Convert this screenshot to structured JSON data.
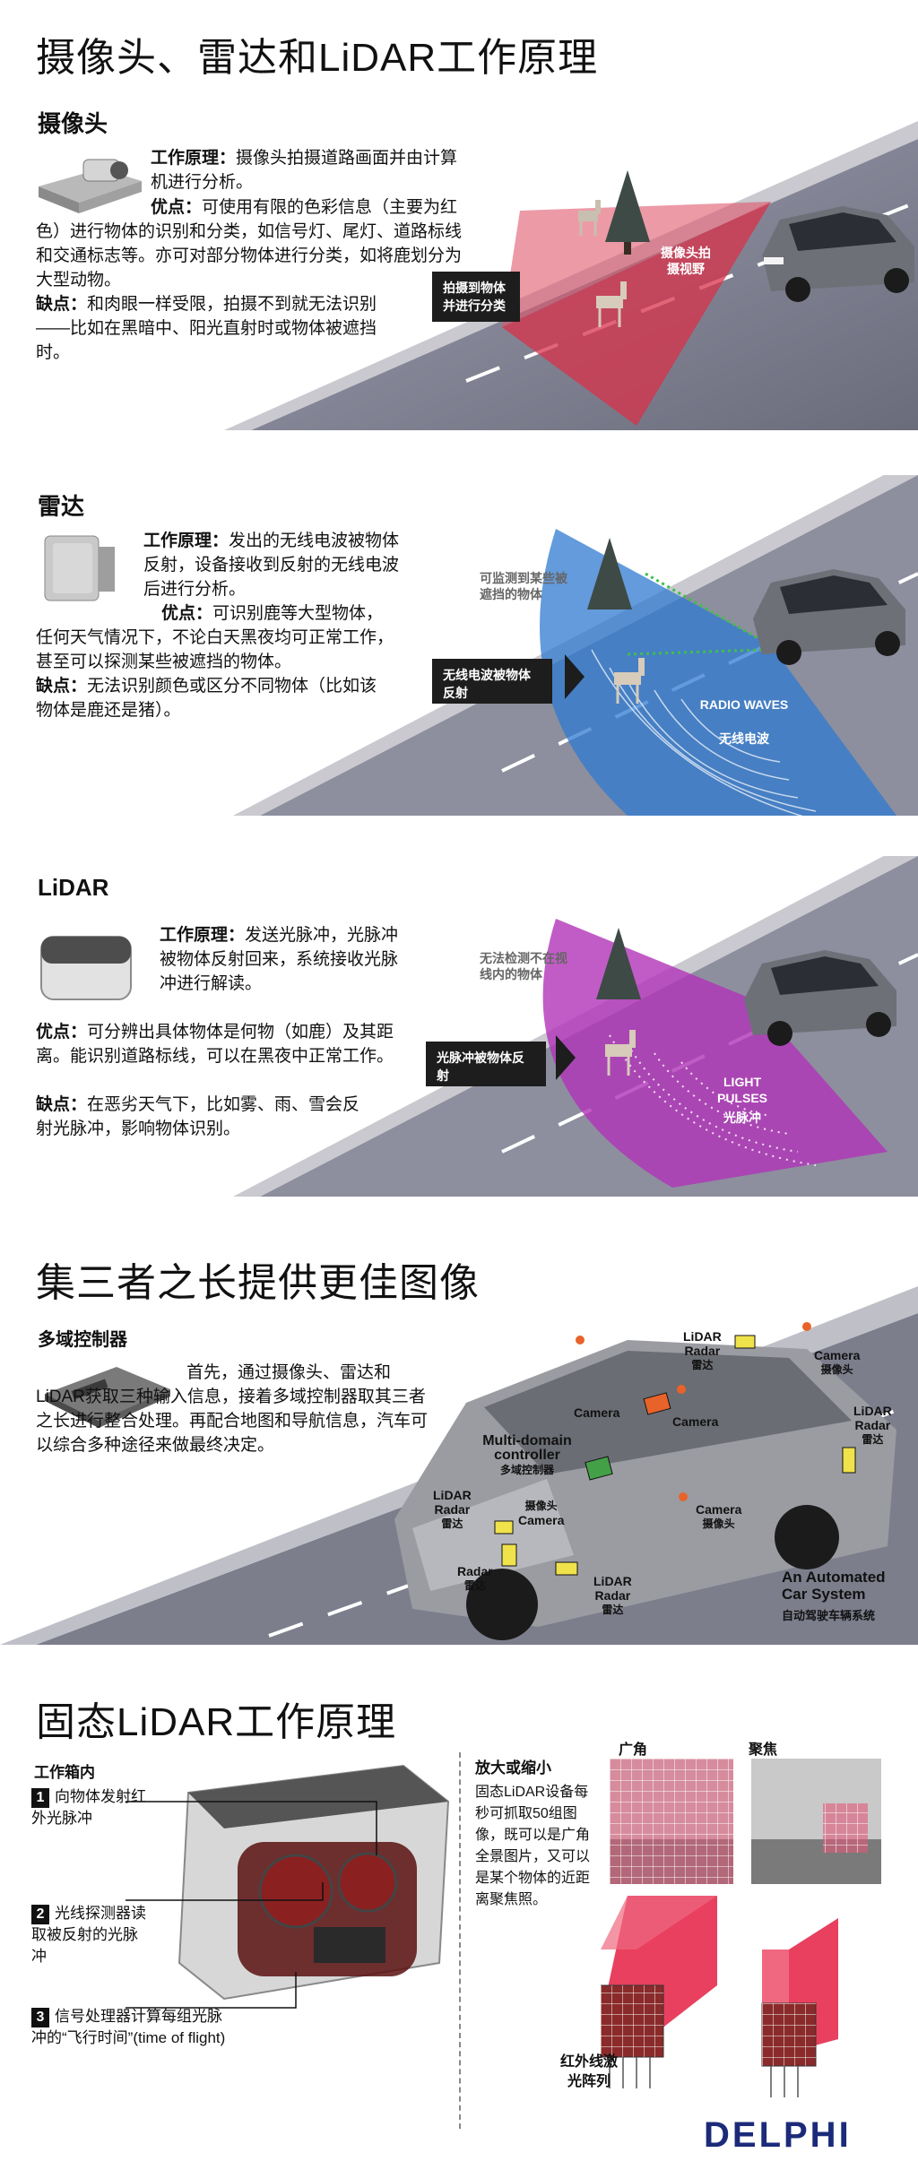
{
  "title": "摄像头、雷达和LiDAR工作原理",
  "camera": {
    "title": "摄像头",
    "principle_label": "工作原理：",
    "principle": "摄像头拍摄道路画面并由计算机进行分析。",
    "pros_label": "优点：",
    "pros": "可使用有限的色彩信息（主要为红色）进行物体的识别和分类，如信号灯、尾灯、道路标线和交通标志等。亦可对部分物体进行分类，如将鹿划分为大型动物。",
    "cons_label": "缺点：",
    "cons": "和肉眼一样受限，拍摄不到就无法识别——比如在黑暗中、阳光直射时或物体被遮挡时。",
    "tag": "拍摄到物体并进行分类",
    "fov_label": "摄像头拍摄视野"
  },
  "radar": {
    "title": "雷达",
    "principle_label": "工作原理：",
    "principle": "发出的无线电波被物体反射，设备接收到反射的无线电波后进行分析。",
    "pros_label": "优点：",
    "pros": "可识别鹿等大型物体，任何天气情况下，不论白天黑夜均可正常工作，甚至可以探测某些被遮挡的物体。",
    "cons_label": "缺点：",
    "cons": "无法识别颜色或区分不同物体（比如该物体是鹿还是猪）。",
    "hidden_label": "可监测到某些被遮挡的物体",
    "tag": "无线电波被物体反射",
    "waves_en": "RADIO WAVES",
    "waves_cn": "无线电波"
  },
  "lidar": {
    "title": "LiDAR",
    "principle_label": "工作原理：",
    "principle": "发送光脉冲，光脉冲被物体反射回来，系统接收光脉冲进行解读。",
    "pros_label": "优点：",
    "pros": "可分辨出具体物体是何物（如鹿）及其距离。能识别道路标线，可以在黑夜中正常工作。",
    "cons_label": "缺点：",
    "cons": "在恶劣天气下，比如雾、雨、雪会反射光脉冲，影响物体识别。",
    "hidden_label": "无法检测不在视线内的物体",
    "tag": "光脉冲被物体反射",
    "pulses_en": "LIGHT PULSES",
    "pulses_cn": "光脉冲"
  },
  "combined": {
    "title": "集三者之长提供更佳图像",
    "controller_title": "多域控制器",
    "text": "首先，通过摄像头、雷达和LiDAR获取三种输入信息，接着多域控制器取其三者之长进行整合处理。再配合地图和导航信息，汽车可以综合多种途径来做最终决定。",
    "labels": {
      "lidar_radar_top_en": "LiDAR",
      "lidar_radar_top_en2": "Radar",
      "lidar_radar_top_cn": "雷达",
      "camera_top_right_en": "Camera",
      "camera_top_right_cn": "摄像头",
      "lidar_right_en": "LiDAR",
      "lidar_right_en2": "Radar",
      "lidar_right_cn": "雷达",
      "camera_mid1": "Camera",
      "camera_mid2": "Camera",
      "controller_en": "Multi-domain controller",
      "controller_cn": "多域控制器",
      "lidar_left_en": "LiDAR",
      "lidar_left_en2": "Radar",
      "lidar_left_cn": "雷达",
      "camera_wind_cn": "摄像头",
      "camera_wind_en": "Camera",
      "camera_low_en": "Camera",
      "camera_low_cn": "摄像头",
      "radar_front_en": "Radar",
      "radar_front_cn": "雷达",
      "lidar_front_en": "LiDAR",
      "lidar_front_en2": "Radar",
      "lidar_front_cn": "雷达"
    },
    "system_en": "An Automated Car System",
    "system_cn": "自动驾驶车辆系统"
  },
  "solid_state": {
    "title": "固态LiDAR工作原理",
    "inside_title": "工作箱内",
    "step1_num": "1",
    "step1": "向物体发射红外光脉冲",
    "step2_num": "2",
    "step2": "光线探测器读取被反射的光脉冲",
    "step3_num": "3",
    "step3": "信号处理器计算每组光脉冲的“飞行时间”(time of flight)",
    "zoom_title": "放大或缩小",
    "zoom_text": "固态LiDAR设备每秒可抓取50组图像，既可以是广角全景图片，又可以是某个物体的近距离聚焦照。",
    "wide_label": "广角",
    "focus_label": "聚焦",
    "array_label": "红外线激光阵列"
  },
  "brand": "DELPHI",
  "colors": {
    "camera_red": "#d8324a",
    "radar_blue": "#2f7ad0",
    "lidar_purple": "#b233b8",
    "brand_navy": "#1c2a7a"
  }
}
